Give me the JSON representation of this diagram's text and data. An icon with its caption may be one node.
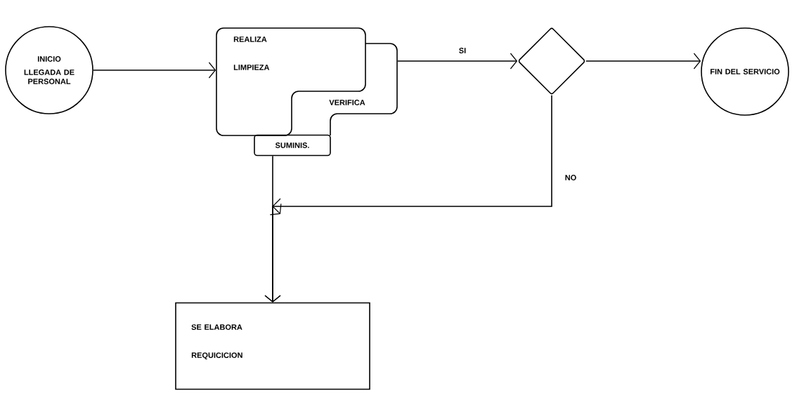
{
  "diagram": {
    "nodes": [
      {
        "text": [
          "INICIO",
          "LLEGADA DE PERSONAL"
        ]
      },
      {
        "text": [
          "REALIZA LIMPIEZA"
        ]
      },
      {
        "text": [
          "VERIFICA"
        ]
      },
      {
        "text": [
          "SUMINIS."
        ]
      },
      {
        "text": [],
        "shape": "diamond"
      },
      {
        "text": [
          "FIN DEL SERVICIO"
        ]
      },
      {
        "text": [
          "SE ELABORA REQUICICION"
        ]
      }
    ],
    "edges": [
      {
        "from": 0,
        "to": 1,
        "arrow": "to"
      },
      {
        "from": 2,
        "to": 4,
        "arrow": "to",
        "label": "SI"
      },
      {
        "from": 4,
        "to": 5,
        "arrow": "to"
      },
      {
        "from": 3,
        "to": 6,
        "arrow": "to"
      },
      {
        "from": 4,
        "to": 6,
        "arrow": "to",
        "label": "NO"
      }
    ]
  }
}
